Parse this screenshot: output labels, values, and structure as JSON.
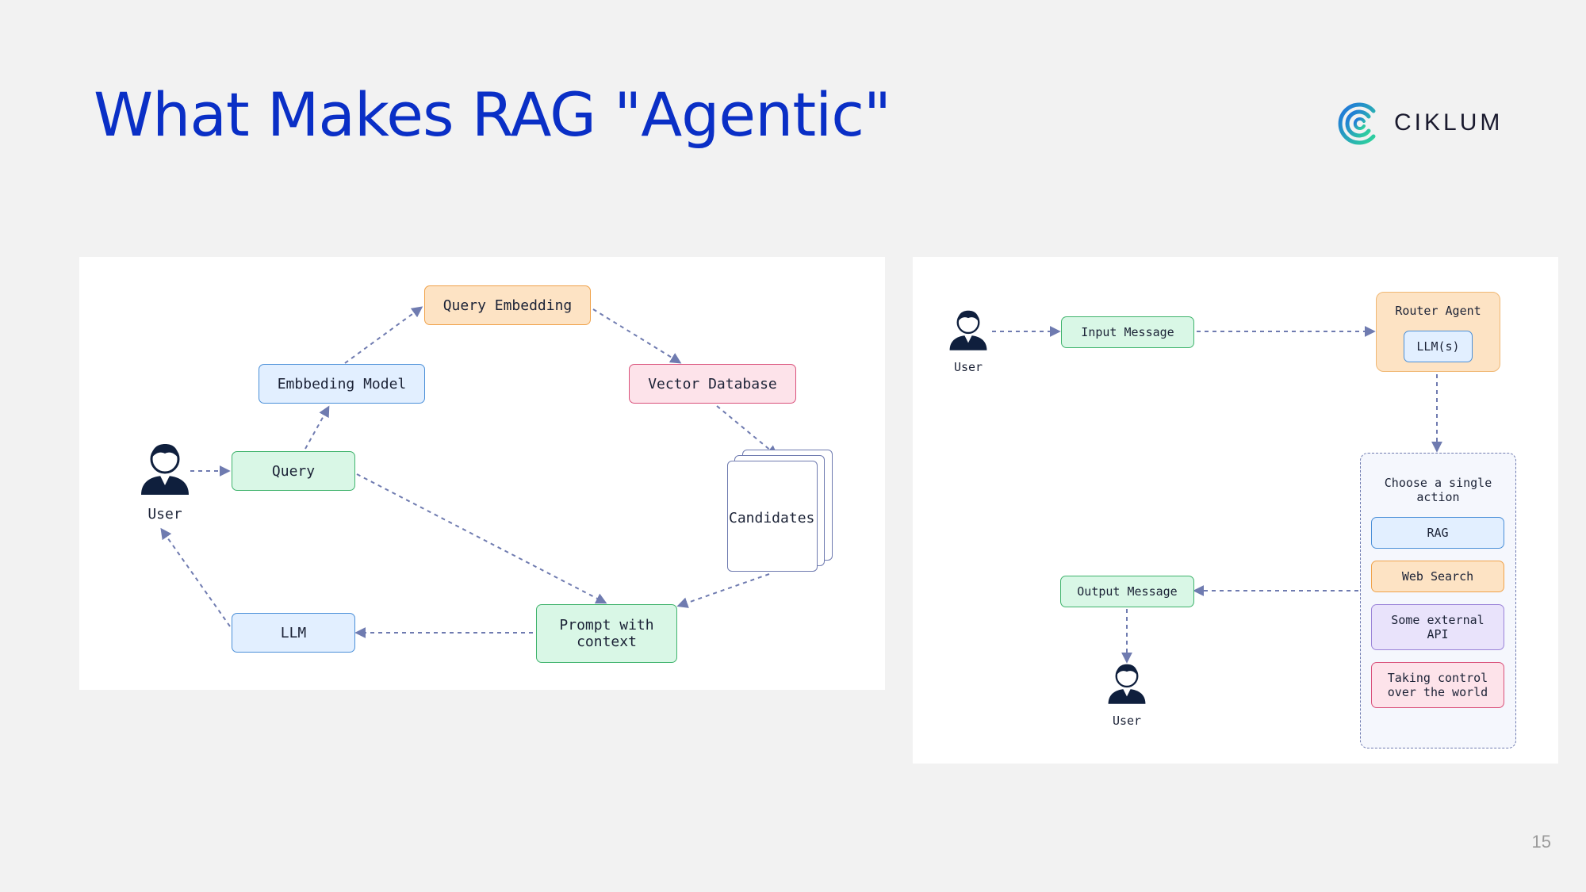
{
  "slide": {
    "title": "What Makes RAG \"Agentic\"",
    "brand": "CIKLUM",
    "page_number": "15"
  },
  "left_diagram": {
    "user_label": "User",
    "query": "Query",
    "embedding_model": "Embbeding Model",
    "query_embedding": "Query Embedding",
    "vector_database": "Vector Database",
    "candidates": "Candidates",
    "prompt_with_context": "Prompt with\ncontext",
    "llm": "LLM"
  },
  "right_diagram": {
    "user_top_label": "User",
    "input_message": "Input Message",
    "router_agent": "Router Agent",
    "router_llm": "LLM(s)",
    "choose_label": "Choose a single\naction",
    "actions": [
      "RAG",
      "Web Search",
      "Some external\nAPI",
      "Taking control\nover the world"
    ],
    "output_message": "Output Message",
    "user_bottom_label": "User"
  },
  "colors": {
    "title": "#0a2fc6",
    "arrow": "#6f7bb0",
    "green": "#d9f7e6",
    "blue": "#e2efff",
    "orange": "#fde3c4",
    "pink": "#fde3ea",
    "purple": "#e9e3fb"
  }
}
